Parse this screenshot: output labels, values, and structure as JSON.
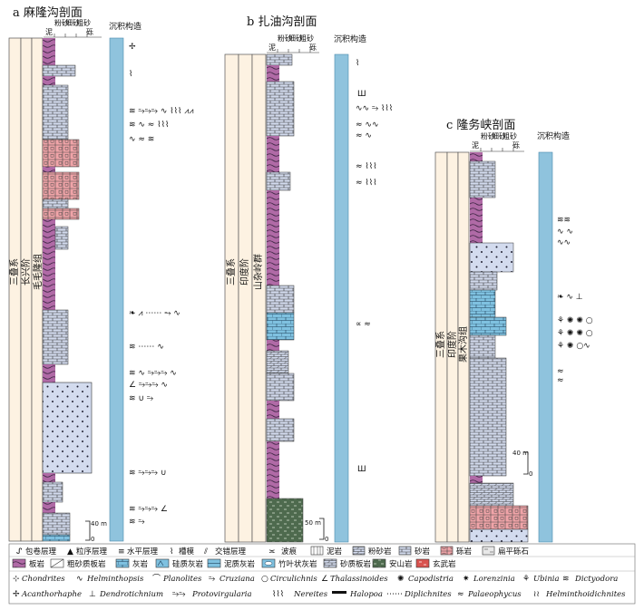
{
  "sections": [
    {
      "key": "a",
      "title": "a 麻隆沟剖面",
      "system": "三叠系",
      "stage": "长兴阶",
      "formation": "毛毛隆组",
      "scale": "40 m",
      "scale_zero": "0",
      "col_headers": [
        "泥",
        "粉砂",
        "细砂",
        "粗砂",
        "砾"
      ],
      "struct_header": "沉积构造"
    },
    {
      "key": "b",
      "title": "b 扎油沟剖面",
      "system": "三叠系",
      "stage": "印度阶",
      "formation": "山杂岭群",
      "scale": "50 m",
      "scale_zero": "0",
      "col_headers": [
        "泥",
        "粉砂",
        "细砂",
        "粗砂",
        "砾"
      ],
      "struct_header": "沉积构造"
    },
    {
      "key": "c",
      "title": "c 隆务峡剖面",
      "system": "三叠系",
      "stage": "印度阶",
      "formation": "果木沟组",
      "scale": "40 m",
      "scale_zero": "0",
      "col_headers": [
        "泥",
        "粉砂",
        "细砂",
        "粗砂",
        "砾"
      ],
      "struct_header": "沉积构造"
    }
  ],
  "legend": {
    "row1": [
      "包卷层理",
      "粒序层理",
      "水平层理",
      "槽模",
      "交错层理",
      "波痕",
      "泥岩",
      "粉砂岩",
      "砂岩",
      "砾岩",
      "扁平砾石"
    ],
    "row2": [
      "板岩",
      "粗砂质板岩",
      "灰岩",
      "硅质灰岩",
      "泥质灰岩",
      "竹叶状灰岩",
      "砂质板岩",
      "安山岩",
      "玄武岩"
    ],
    "trace_row1": [
      "Chondrites",
      "Helminthopsis",
      "Planolites",
      "Cruziana",
      "Circulichnis",
      "Thalassinoides",
      "Capodistria",
      "Lorenzinia",
      "Ubinia",
      "Dictyodora"
    ],
    "trace_row2": [
      "Acanthorhaphe",
      "Dendrotichnium",
      "Protovirgularia",
      "Nereites",
      "Halopoa",
      "Diplichnites",
      "Palaeophycus",
      "Helminthoidichnites"
    ]
  },
  "colors": {
    "stratum_fill": "#fdf2e2",
    "slate": "#b06aa6",
    "conglomerate": "#f0a4a8",
    "sandstone": "#cfd8ec",
    "limestone": "#7fc1e0",
    "structure_col": "#8fc3dd",
    "andesite": "#4e6a4e"
  }
}
